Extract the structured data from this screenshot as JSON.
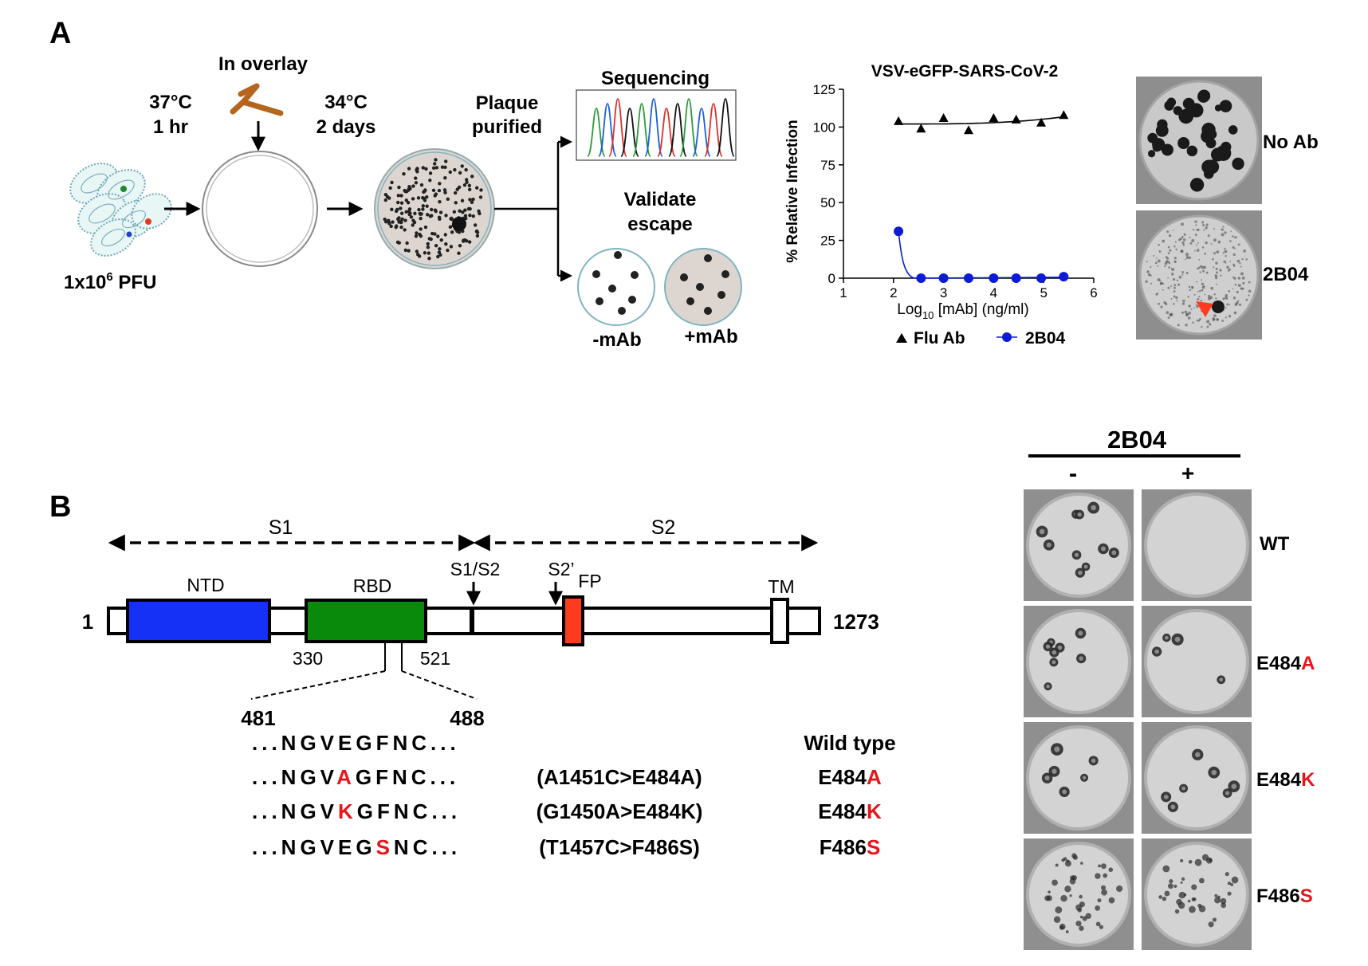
{
  "panel_a": {
    "label": "A",
    "overlay_label": "In overlay",
    "step1": {
      "temp": "37°C",
      "time": "1 hr"
    },
    "step2": {
      "temp": "34°C",
      "time": "2 days"
    },
    "inoculum": {
      "base": "1x10",
      "exp": "6",
      "unit": " PFU"
    },
    "plaque_label": {
      "line1": "Plaque",
      "line2": "purified"
    },
    "sequencing_label": "Sequencing",
    "validate_label": {
      "line1": "Validate",
      "line2": "escape"
    },
    "minus_mab": "-mAb",
    "plus_mab": "+mAb",
    "photo_labels": {
      "top": "No Ab",
      "bottom": "2B04"
    },
    "colors": {
      "antibody": "#b5651d",
      "arrowhead": "#ff3b1f",
      "dish_fill": "#ddd6d0"
    }
  },
  "chart_data": {
    "type": "line",
    "title": "VSV-eGFP-SARS-CoV-2",
    "xlabel_pre": "Log",
    "xlabel_sub": "10",
    "xlabel_post": " [mAb] (ng/ml)",
    "ylabel": "% Relative Infection",
    "xlim": [
      1,
      6
    ],
    "ylim": [
      0,
      125
    ],
    "xticks": [
      "1",
      "2",
      "3",
      "4",
      "5",
      "6"
    ],
    "yticks": [
      "0",
      "25",
      "50",
      "75",
      "100",
      "125"
    ],
    "series": [
      {
        "name": "Flu Ab",
        "marker": "triangle",
        "color": "#000000",
        "x": [
          2.1,
          2.55,
          3.0,
          3.5,
          4.0,
          4.45,
          4.95,
          5.4
        ],
        "y": [
          104,
          99,
          106,
          98,
          106,
          105,
          103,
          108
        ]
      },
      {
        "name": "2B04",
        "marker": "circle",
        "color": "#0b1bd6",
        "x": [
          2.1,
          2.55,
          3.0,
          3.5,
          4.0,
          4.45,
          4.95,
          5.4
        ],
        "y": [
          31,
          0,
          0,
          0,
          0,
          0,
          0,
          1
        ]
      }
    ]
  },
  "panel_b": {
    "label": "B",
    "s1": "S1",
    "s2": "S2",
    "domains": {
      "ntd": "NTD",
      "rbd": "RBD",
      "fp": "FP",
      "tm": "TM"
    },
    "cleavage": {
      "s1s2": "S1/S2",
      "s2p": "S2’"
    },
    "positions": {
      "start": "1",
      "end": "1273",
      "rbd_start": "330",
      "rbd_end": "521",
      "zoom_start": "481",
      "zoom_end": "488"
    },
    "colors": {
      "ntd": "#1431f5",
      "rbd": "#0a8a0a",
      "fp": "#ff3b1f",
      "mutation": "#e8141a"
    },
    "sequences": [
      {
        "pre": "...NGVEGFNC...",
        "mut": "",
        "post": "",
        "change": "",
        "variant_pre": "Wild type",
        "variant_mut": ""
      },
      {
        "pre": "...NGV",
        "mut": "A",
        "post": "GFNC...",
        "change": "(A1451C>E484A)",
        "variant_pre": "E484",
        "variant_mut": "A"
      },
      {
        "pre": "...NGV",
        "mut": "K",
        "post": "GFNC...",
        "change": "(G1450A>E484K)",
        "variant_pre": "E484",
        "variant_mut": "K"
      },
      {
        "pre": "...NGVEG",
        "mut": "S",
        "post": "NC...",
        "change": "(T1457C>F486S)",
        "variant_pre": "F486",
        "variant_mut": "S"
      }
    ],
    "grid_header": "2B04",
    "grid_cols": [
      "-",
      "+"
    ],
    "grid_rows": [
      {
        "pre": "WT",
        "mut": ""
      },
      {
        "pre": "E484",
        "mut": "A"
      },
      {
        "pre": "E484",
        "mut": "K"
      },
      {
        "pre": "F486",
        "mut": "S"
      }
    ]
  }
}
